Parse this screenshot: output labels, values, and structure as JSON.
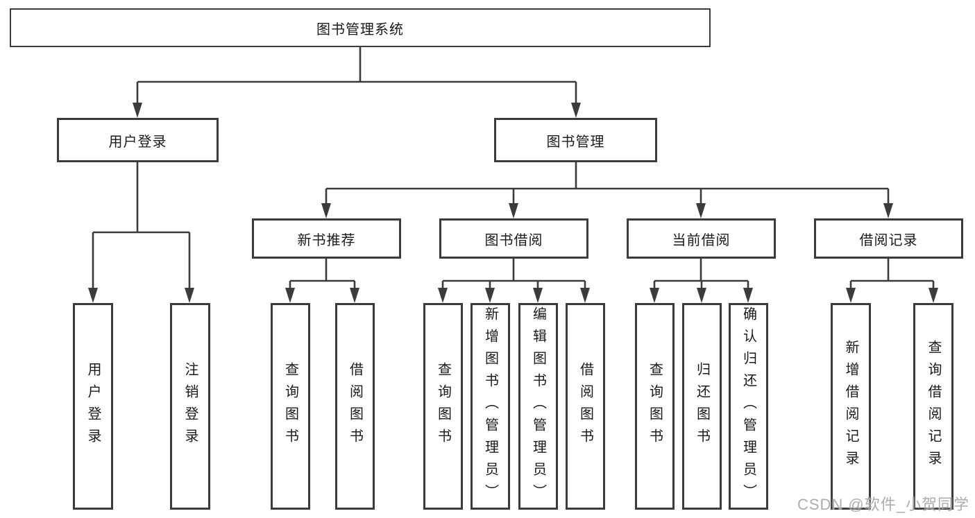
{
  "diagram": {
    "title": "图书管理系统",
    "branches": [
      {
        "label": "用户登录",
        "children": [
          {
            "label": "用户登录"
          },
          {
            "label": "注销登录"
          }
        ]
      },
      {
        "label": "图书管理",
        "children": [
          {
            "label": "新书推荐",
            "children": [
              {
                "label": "查询图书"
              },
              {
                "label": "借阅图书"
              }
            ]
          },
          {
            "label": "图书借阅",
            "children": [
              {
                "label": "查询图书"
              },
              {
                "label": "新增图书（管理员）"
              },
              {
                "label": "编辑图书（管理员）"
              },
              {
                "label": "借阅图书"
              }
            ]
          },
          {
            "label": "当前借阅",
            "children": [
              {
                "label": "查询图书"
              },
              {
                "label": "归还图书"
              },
              {
                "label": "确认归还（管理员）"
              }
            ]
          },
          {
            "label": "借阅记录",
            "children": [
              {
                "label": "新增借阅记录"
              },
              {
                "label": "查询借阅记录"
              }
            ]
          }
        ]
      }
    ]
  },
  "watermark": {
    "text": "CSDN @软件_小贺同学"
  },
  "colors": {
    "line": "#3b3b3b",
    "box_background": "#ffffff",
    "text": "#1a1a1a",
    "watermark": "#9e9e9e"
  }
}
